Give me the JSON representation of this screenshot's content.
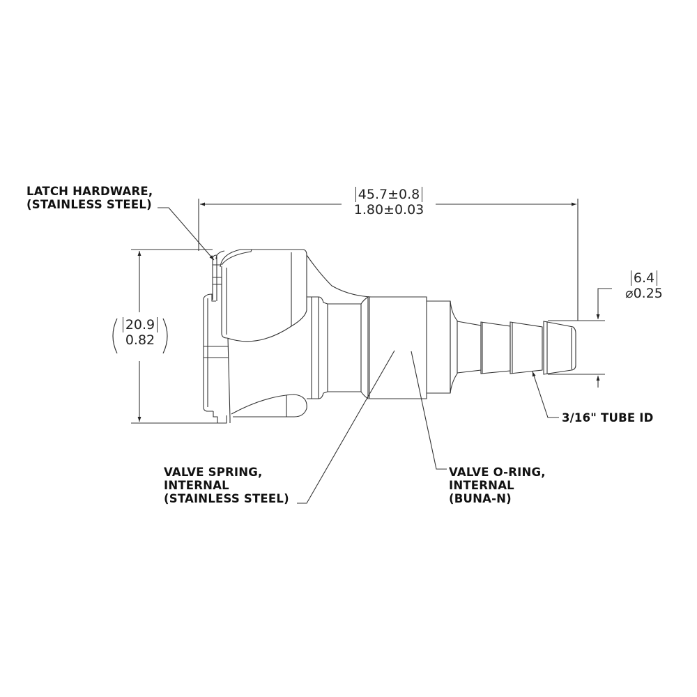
{
  "drawing": {
    "subject": "quick-disconnect coupling body with hose barb, side view",
    "line_color": "#333333",
    "text_color": "#111111",
    "background": "#ffffff"
  },
  "callouts": {
    "latch": {
      "line1": "LATCH HARDWARE,",
      "line2": "(STAINLESS STEEL)"
    },
    "spring": {
      "line1": "VALVE SPRING,",
      "line2": "INTERNAL",
      "line3": "(STAINLESS STEEL)"
    },
    "oring": {
      "line1": "VALVE O-RING,",
      "line2": "INTERNAL",
      "line3": "(BUNA-N)"
    },
    "tube": {
      "line1": "3/16\" TUBE ID"
    }
  },
  "dimensions": {
    "length": {
      "metric": "45.7±0.8",
      "imperial": "1.80±0.03"
    },
    "height": {
      "metric": "20.9",
      "imperial": "0.82"
    },
    "barb_diameter": {
      "metric": "6.4",
      "diameter_symbol": "⌀",
      "imperial": "0.25"
    }
  }
}
